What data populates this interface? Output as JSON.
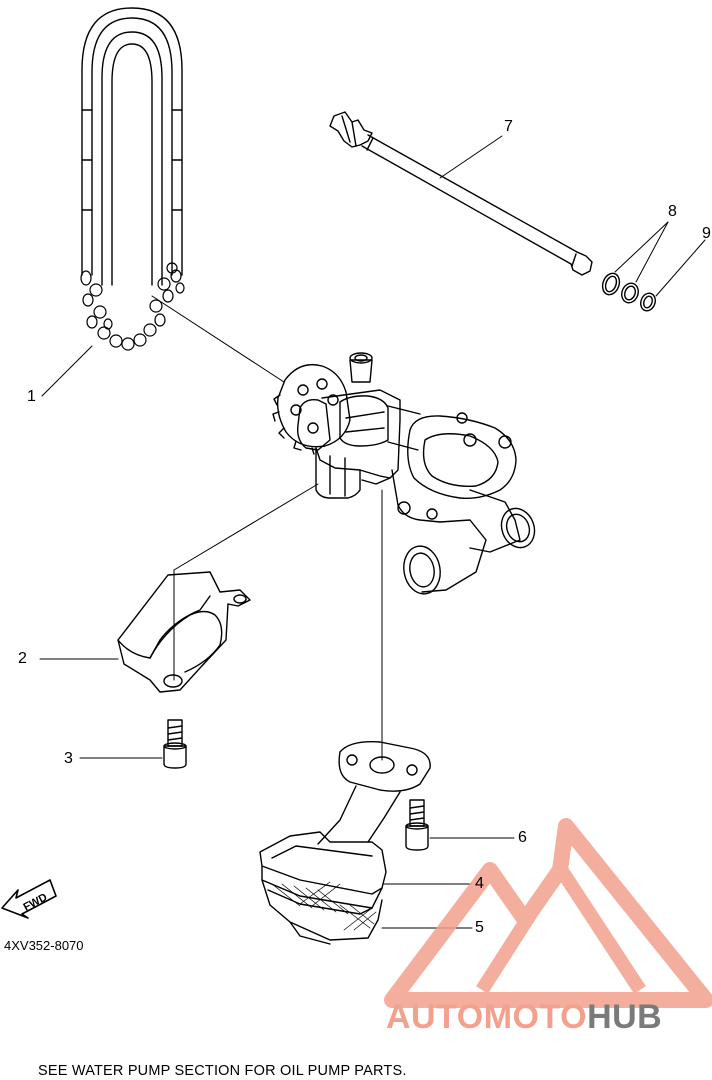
{
  "callouts": [
    {
      "num": "1"
    },
    {
      "num": "2"
    },
    {
      "num": "3"
    },
    {
      "num": "4"
    },
    {
      "num": "5"
    },
    {
      "num": "6"
    },
    {
      "num": "7"
    },
    {
      "num": "8"
    },
    {
      "num": "9"
    }
  ],
  "fwd_label": "FWD",
  "diagram_code": "4XV352-8070",
  "footnote": "SEE WATER PUMP SECTION FOR OIL PUMP PARTS.",
  "watermark": {
    "part1": "AUTOMOTO",
    "part2": "HUB",
    "accent_color": "#f3a08c",
    "text_gray": "#7a7a7a"
  },
  "icons": {
    "arrow": "fwd-arrow-icon",
    "logo": "automotohub-logo-icon"
  }
}
